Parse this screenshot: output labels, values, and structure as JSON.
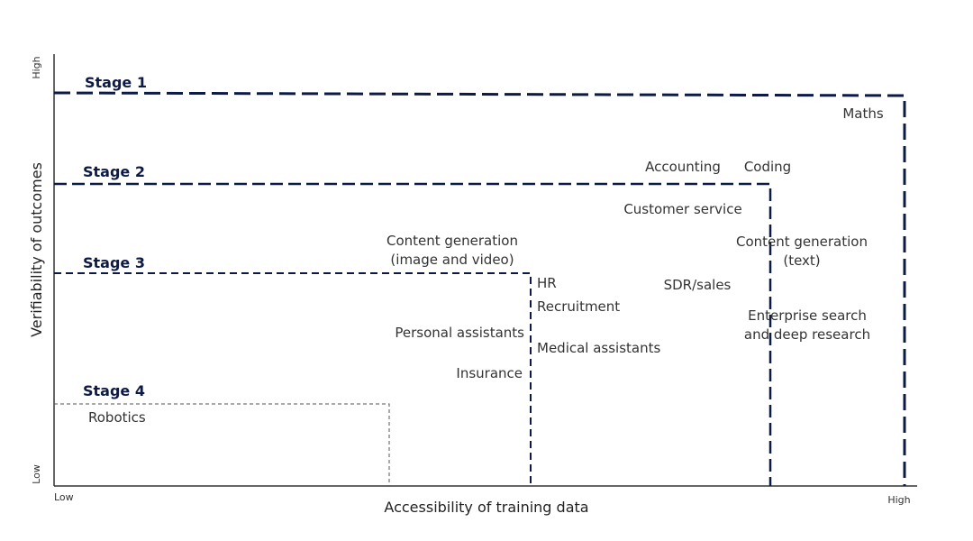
{
  "axes": {
    "x_title": "Accessibility of training data",
    "y_title": "Verifiability of outcomes",
    "x_low": "Low",
    "x_high": "High",
    "y_low": "Low",
    "y_high": "High",
    "axis_color": "#333333"
  },
  "stages": [
    {
      "label": "Stage 1",
      "color": "#0d1a45"
    },
    {
      "label": "Stage 2",
      "color": "#0d1a45"
    },
    {
      "label": "Stage 3",
      "color": "#0d1a45"
    },
    {
      "label": "Stage 4",
      "color": "#555555"
    }
  ],
  "labels": {
    "maths": "Maths",
    "accounting": "Accounting",
    "coding": "Coding",
    "customer_service": "Customer service",
    "content_gen_iv_1": "Content generation",
    "content_gen_iv_2": "(image and video)",
    "content_gen_text_1": "Content generation",
    "content_gen_text_2": "(text)",
    "hr": "HR",
    "recruitment": "Recruitment",
    "sdr_sales": "SDR/sales",
    "enterprise_1": "Enterprise search",
    "enterprise_2": "and deep research",
    "personal_assistants": "Personal assistants",
    "medical_assistants": "Medical assistants",
    "insurance": "Insurance",
    "robotics": "Robotics"
  }
}
